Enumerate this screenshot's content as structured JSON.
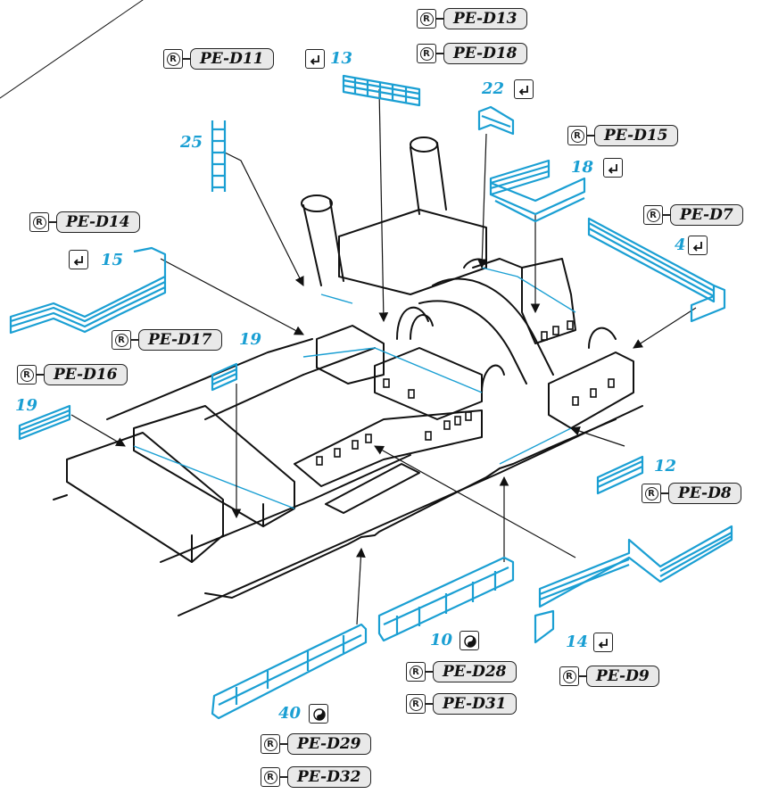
{
  "labels": {
    "d11": "PE-D11",
    "d13": "PE-D13",
    "d18": "PE-D18",
    "d15": "PE-D15",
    "d7": "PE-D7",
    "d14": "PE-D14",
    "d17": "PE-D17",
    "d16": "PE-D16",
    "d8": "PE-D8",
    "d9": "PE-D9",
    "d28": "PE-D28",
    "d31": "PE-D31",
    "d29": "PE-D29",
    "d32": "PE-D32"
  },
  "quantities": {
    "q13": "13",
    "q22": "22",
    "q18": "18",
    "q25": "25",
    "q4": "4",
    "q15": "15",
    "q19a": "19",
    "q19b": "19",
    "q12": "12",
    "q14": "14",
    "q10": "10",
    "q40": "40"
  },
  "symbols": {
    "registered": "R",
    "bend": "bend-icon",
    "yinyang": "yin-yang-icon"
  },
  "colors": {
    "part_blue": "#1a9fd3",
    "line": "#111111",
    "label_fill": "#e9e9e9"
  }
}
